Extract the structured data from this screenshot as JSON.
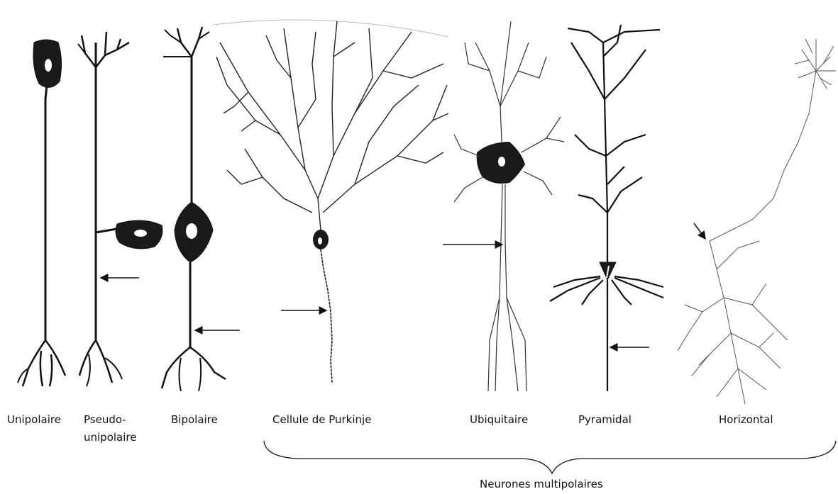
{
  "neurons": {
    "unipolar": "Unipolaire",
    "pseudo_line1": "Pseudo-",
    "pseudo_line2": "unipolaire",
    "bipolar": "Bipolaire",
    "purkinje": "Cellule de Purkinje",
    "ubiquitous": "Ubiquitaire",
    "pyramidal": "Pyramidal",
    "horizontal": "Horizontal"
  },
  "group_label": "Neurones multipolaires",
  "colors": {
    "ink": "#111111",
    "soma_fill": "#1a1a1a",
    "background": "#ffffff"
  }
}
